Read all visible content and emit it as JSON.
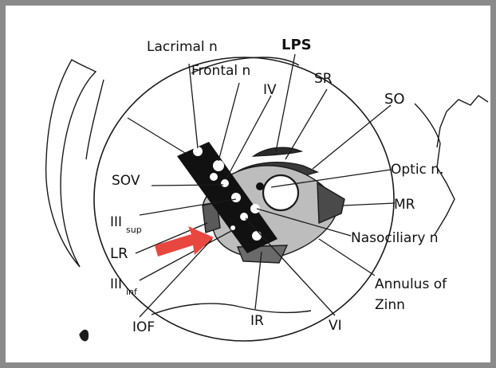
{
  "labels": {
    "lacrimal": "Lacrimal n",
    "frontal": "Frontal n",
    "lps": "LPS",
    "sr": "SR",
    "so": "SO",
    "iv": "IV",
    "sov": "SOV",
    "optic": "Optic n.",
    "mr": "MR",
    "iii_sup_main": "III",
    "iii_sup_sub": "sup",
    "lr": "LR",
    "iii_inf_main": "III",
    "iii_inf_sub": "inf",
    "nasociliary": "Nasociliary n",
    "annulus_line1": "Annulus of",
    "annulus_line2": "Zinn",
    "iof": "IOF",
    "ir": "IR",
    "vi": "VI"
  },
  "colors": {
    "line": "#1a1a1a",
    "arrow": "#e8473f",
    "frame": "#8a8a8a"
  },
  "icons": {
    "pointer": "red-arrow-icon"
  }
}
